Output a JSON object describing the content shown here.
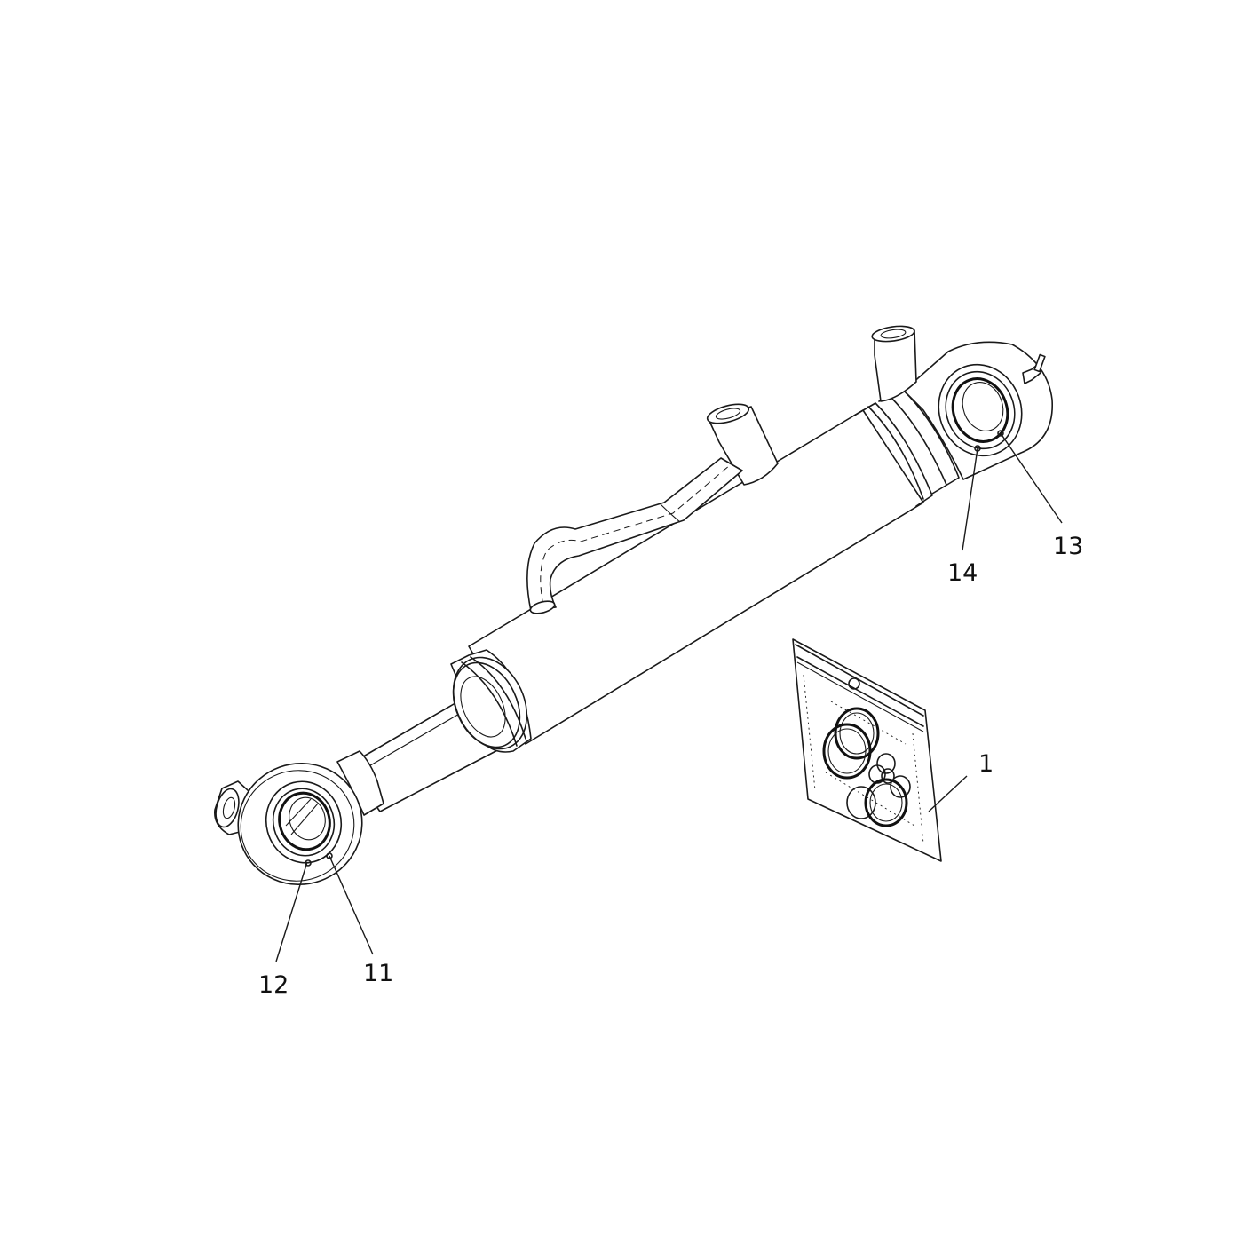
{
  "callouts": {
    "c1": "1",
    "c11": "11",
    "c12": "12",
    "c13": "13",
    "c14": "14"
  },
  "colors": {
    "line": "#1a1a1a",
    "background": "#ffffff"
  }
}
